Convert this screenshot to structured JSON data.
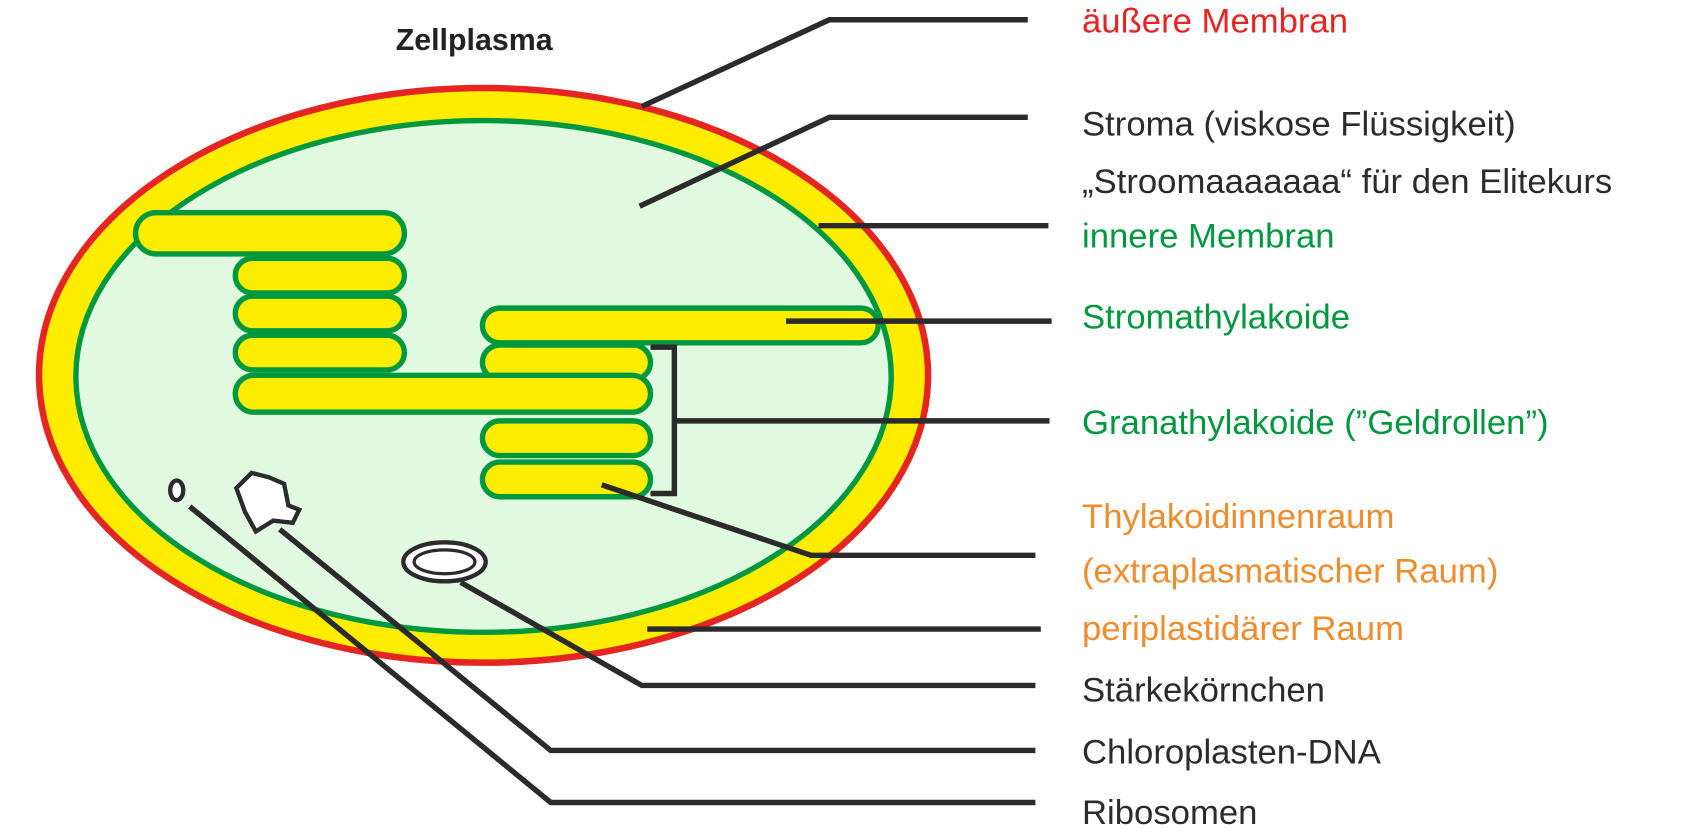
{
  "title": "Zellplasma",
  "colors": {
    "outer_membrane": "#e52521",
    "inner_membrane": "#00983f",
    "space": "#ffed00",
    "stroma": "#e0f9e0",
    "orange": "#ef8c2c",
    "text_dark": "#2b2b2b"
  },
  "labels": {
    "outer_membrane": "äußere Membran",
    "stroma_1": "Stroma (viskose Flüssigkeit)",
    "stroma_2": "„Stroomaaaaaaa“ für den Elitekurs",
    "inner_membrane": "innere Membran",
    "stromathylakoide": "Stromathylakoide",
    "granathylakoide": "Granathylakoide (”Geldrollen”)",
    "thylakoid_lumen_1": "Thylakoidinnenraum",
    "thylakoid_lumen_2": "(extraplasmatischer Raum)",
    "periplastid_space": "periplastidärer Raum",
    "starch": "Stärkekörnchen",
    "dna": "Chloroplasten-DNA",
    "ribosomes": "Ribosomen"
  }
}
